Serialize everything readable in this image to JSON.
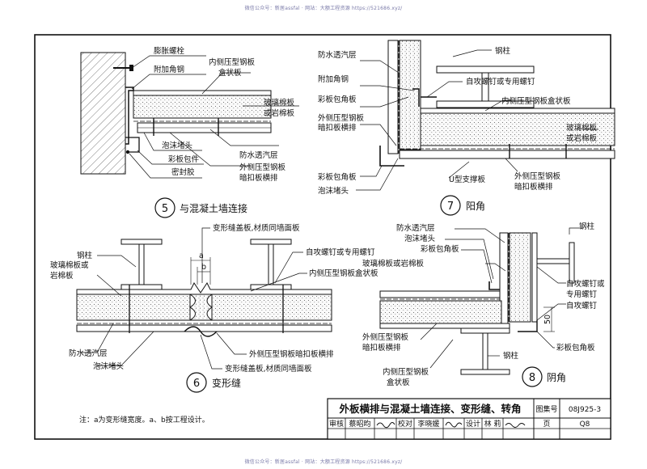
{
  "watermark_top": "微信公众号：新居assfal · 网站：大额工程资源 https://521686.xyz/",
  "watermark_bottom": "微信公众号：新居assfal · 网站：大额工程资源 https://521686.xyz/",
  "d5": {
    "number": "5",
    "title": "与混凝土墙连接",
    "labels": {
      "expansion_bolt": "膨胀螺栓",
      "extra_angle": "附加角钢",
      "inner_panel_1": "内侧压型钢板",
      "inner_panel_2": "盒状板",
      "glass_wool_1": "玻璃棉板",
      "glass_wool_2": "或岩棉板",
      "foam_plug": "泡沫堵头",
      "vapor": "防水透汽层",
      "trim": "彩板包件",
      "outer_panel_1": "外侧压型钢板",
      "outer_panel_2": "暗扣板横排",
      "sealant": "密封胶"
    }
  },
  "d6": {
    "number": "6",
    "title": "变形缝",
    "labels": {
      "cover_top": "变形缝盖板,材质同墙面板",
      "steel_col": "钢柱",
      "screw": "自攻螺钉或专用螺钉",
      "glass_wool_1": "玻璃棉板或",
      "glass_wool_2": "岩棉板",
      "inner_panel": "内侧压型钢板盒状板",
      "dim_a": "a",
      "dim_b": "b",
      "vapor": "防水透汽层",
      "outer_panel": "外侧压型钢板暗扣板横排",
      "foam_plug": "泡沫堵头",
      "cover_bottom": "变形缝盖板,材质同墙面板"
    }
  },
  "d7": {
    "number": "7",
    "title": "阳角",
    "labels": {
      "vapor": "防水透汽层",
      "steel_col": "钢柱",
      "extra_angle": "附加角钢",
      "screw": "自攻螺钉或专用螺钉",
      "trim_angle_a": "彩板包角板",
      "inner_panel": "内侧压型钢板盒状板",
      "outer_panel_1": "外侧压型钢板",
      "outer_panel_2": "暗扣板横排",
      "glass_wool_1": "玻璃棉板",
      "glass_wool_2": "或岩棉板",
      "trim_angle_b": "彩板包角板",
      "u_bracket": "U型支撑板",
      "foam_plug": "泡沫堵头",
      "outer_panel_3": "外侧压型钢板",
      "outer_panel_4": "暗扣板横排"
    }
  },
  "d8": {
    "number": "8",
    "title": "阴角",
    "labels": {
      "vapor": "防水透汽层",
      "foam_plug": "泡沫堵头",
      "trim_angle_a": "彩板包角板",
      "glass_wool": "玻璃棉板或岩棉板",
      "steel_col_r": "钢柱",
      "screw_1": "自攻螺钉或",
      "screw_2": "专用螺钉",
      "screw_3": "自攻螺钉",
      "dim_50": "50",
      "outer_panel_1": "外侧压型钢板",
      "outer_panel_2": "暗扣板横排",
      "trim_angle_b": "彩板包角板",
      "steel_col_b": "钢柱",
      "inner_panel_1": "内侧压型钢板",
      "inner_panel_2": "盒状板"
    }
  },
  "note": "注：a为变形缝宽度。a、b按工程设计。",
  "title_block": {
    "title": "外板横排与混凝土墙连接、变形缝、转角",
    "atlas_label": "图集号",
    "atlas_no": "08J925-3",
    "review_label": "审核",
    "reviewer": "蔡昭昀",
    "check_label": "校对",
    "checker": "李晓媛",
    "design_label": "设计",
    "designer": "林 莉",
    "page_label": "页",
    "page_no": "Q8"
  }
}
